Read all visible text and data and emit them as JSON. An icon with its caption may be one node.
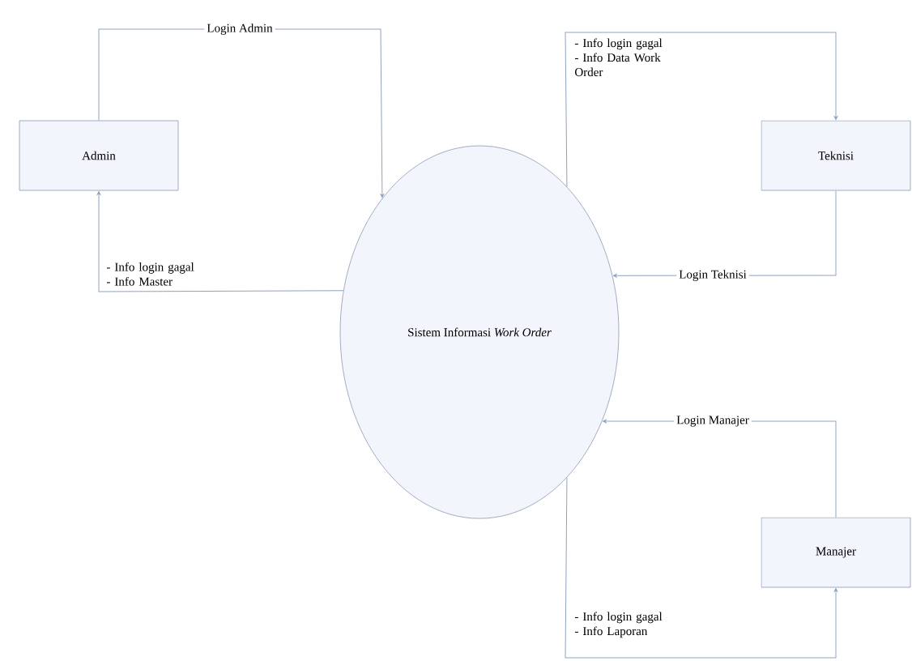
{
  "diagram": {
    "nodes": [
      {
        "text": [
          "Admin"
        ]
      },
      {
        "text": [
          "Teknisi"
        ]
      },
      {
        "text": [
          "Sistem Informasi *Work Order*"
        ]
      },
      {
        "text": [
          "Manajer"
        ]
      }
    ],
    "edges": [
      {
        "from": 0,
        "to": 2,
        "arrow": "to",
        "label": "Login Admin"
      },
      {
        "from": 2,
        "to": 0,
        "arrow": "to",
        "label": "- Info login gagal - Info Master"
      },
      {
        "from": 2,
        "to": 1,
        "arrow": "to",
        "label": "- Info login gagal - Info Data Work Order"
      },
      {
        "from": 1,
        "to": 2,
        "arrow": "to",
        "label": "Login Teknisi"
      },
      {
        "from": 3,
        "to": 2,
        "arrow": "to",
        "label": "Login Manajer"
      },
      {
        "from": 2,
        "to": 3,
        "arrow": "to",
        "label": "- Info login gagal - Info Laporan"
      }
    ]
  }
}
